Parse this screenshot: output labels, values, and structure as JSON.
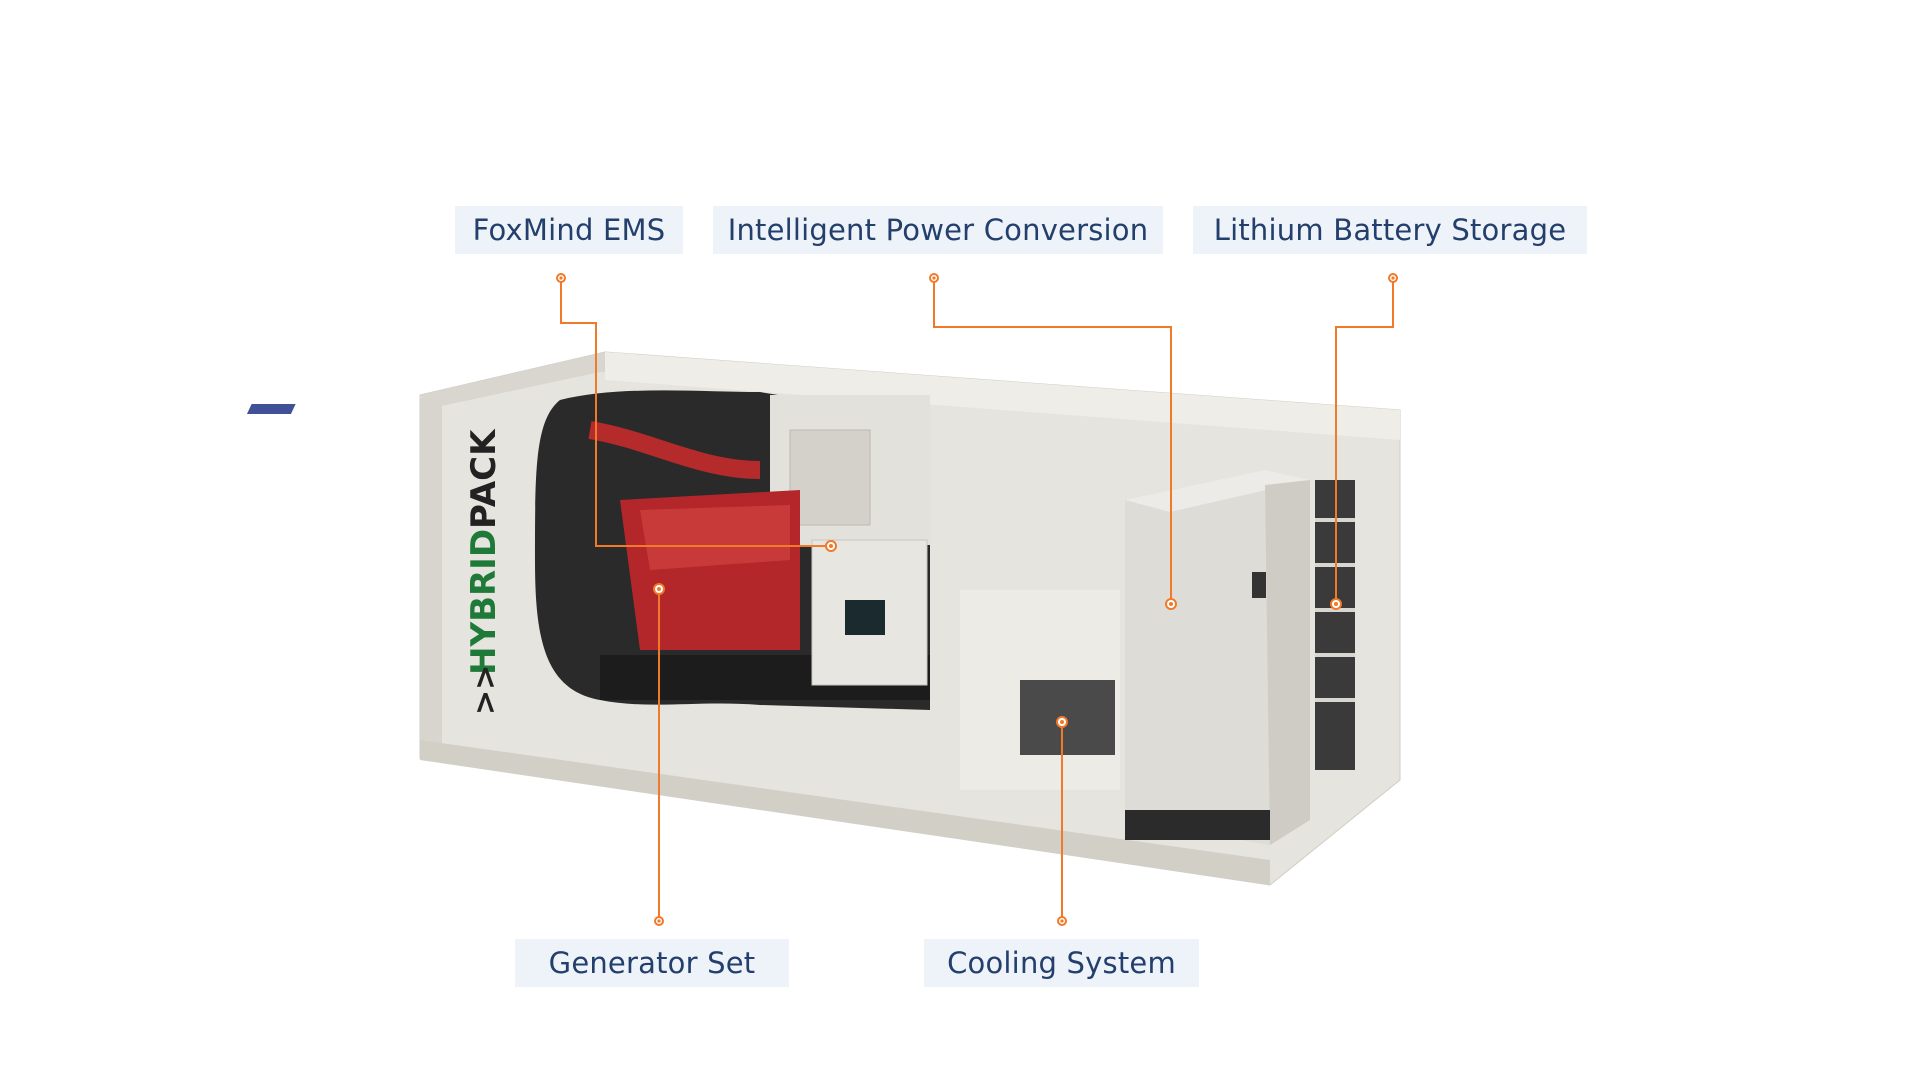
{
  "labels": {
    "foxmind_ems": "FoxMind EMS",
    "power_conversion": "Intelligent Power Conversion",
    "battery_storage": "Lithium Battery Storage",
    "generator_set": "Generator Set",
    "cooling_system": "Cooling System"
  },
  "logo": {
    "text": "HYBRIDPACK",
    "prefix": ">>"
  },
  "colors": {
    "accent": "#f07a2a",
    "label_text": "#233f6b",
    "label_bg": "#eef2f9",
    "logo_green": "#1f7a3a"
  }
}
